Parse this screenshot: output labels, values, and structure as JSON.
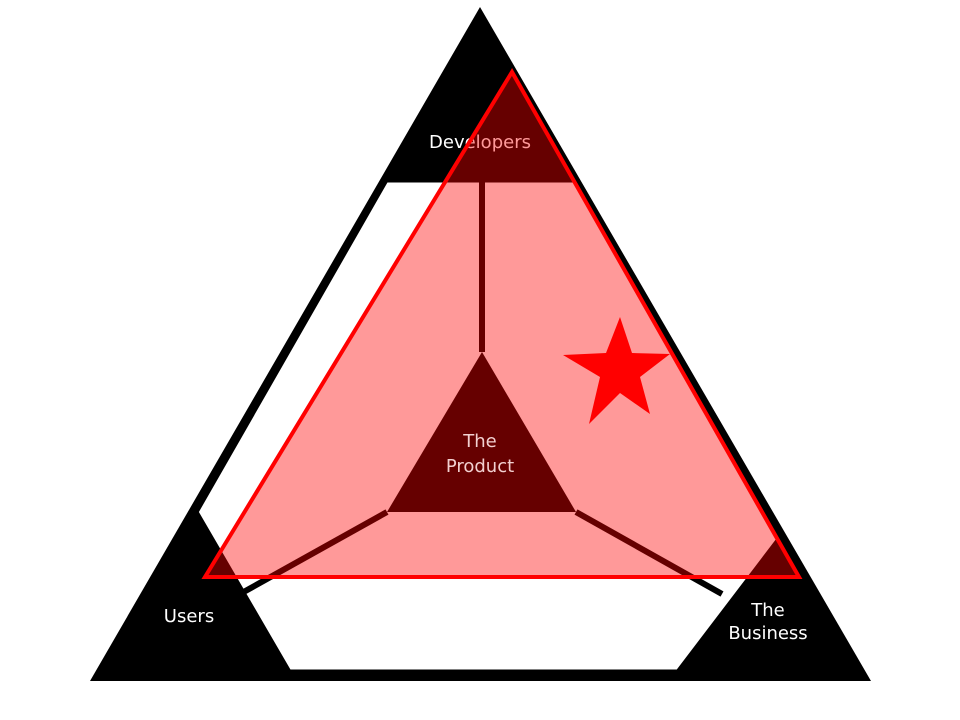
{
  "labels": {
    "top": "Developers",
    "left": "Users",
    "right_line1": "The",
    "right_line2": "Business",
    "center_line1": "The",
    "center_line2": "Product"
  },
  "colors": {
    "background": "#ffffff",
    "frame": "#000000",
    "inner_border": "#000000",
    "overlay_fill": "#ff0000",
    "overlay_stroke": "#ff0000",
    "star": "#ff0000",
    "label_on_black": "#ffffff",
    "label_on_overlay": "#f2d0d0"
  }
}
